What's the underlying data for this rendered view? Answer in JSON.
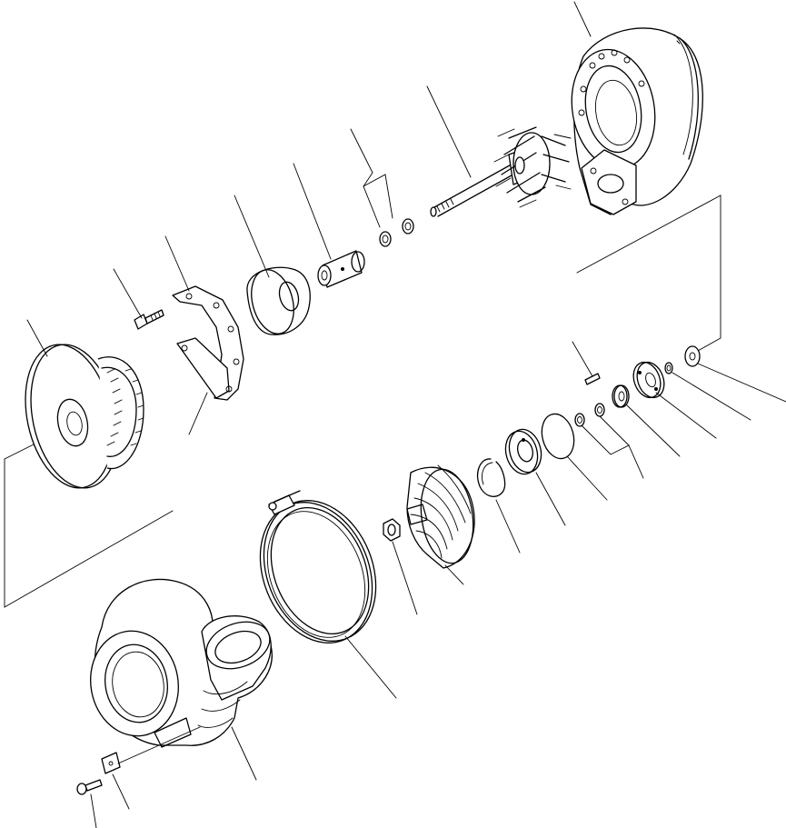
{
  "figure": {
    "callouts": [
      "turbine-housing",
      "turbine-wheel-shaft",
      "oil-ring-pair",
      "bearing",
      "heat-shield",
      "plate",
      "bolt",
      "center-housing",
      "clamp-plate",
      "compressor-housing",
      "v-band-clamp",
      "shaft-nut",
      "compressor-wheel",
      "snap-ring",
      "insert",
      "o-ring",
      "ring-pair",
      "thrust-collar",
      "thrust-bearing",
      "thrust-spacer",
      "washer",
      "pin",
      "screw",
      "nameplate"
    ]
  }
}
